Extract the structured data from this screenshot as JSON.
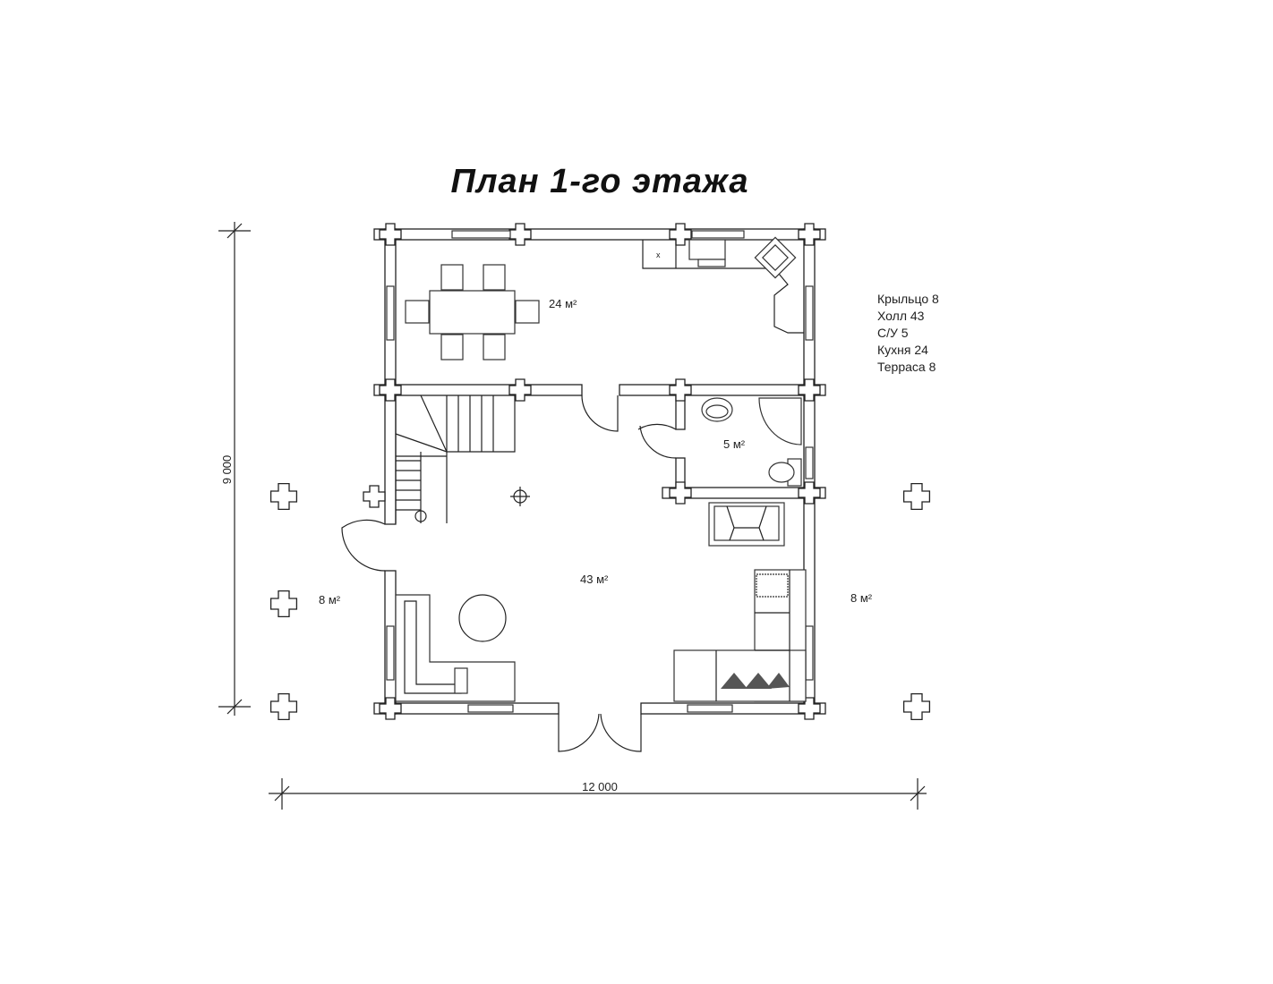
{
  "title": "План 1-го этажа",
  "rooms": {
    "kitchen": "24 м²",
    "bathroom": "5 м²",
    "hall": "43 м²",
    "porch": "8 м²",
    "terrace": "8 м²"
  },
  "legend": [
    "Крыльцо 8",
    "Холл 43",
    "С/У 5",
    "Кухня 24",
    "Терраса 8"
  ],
  "dimensions": {
    "width": "12 000",
    "height": "9 000"
  },
  "stove_mark": "x"
}
